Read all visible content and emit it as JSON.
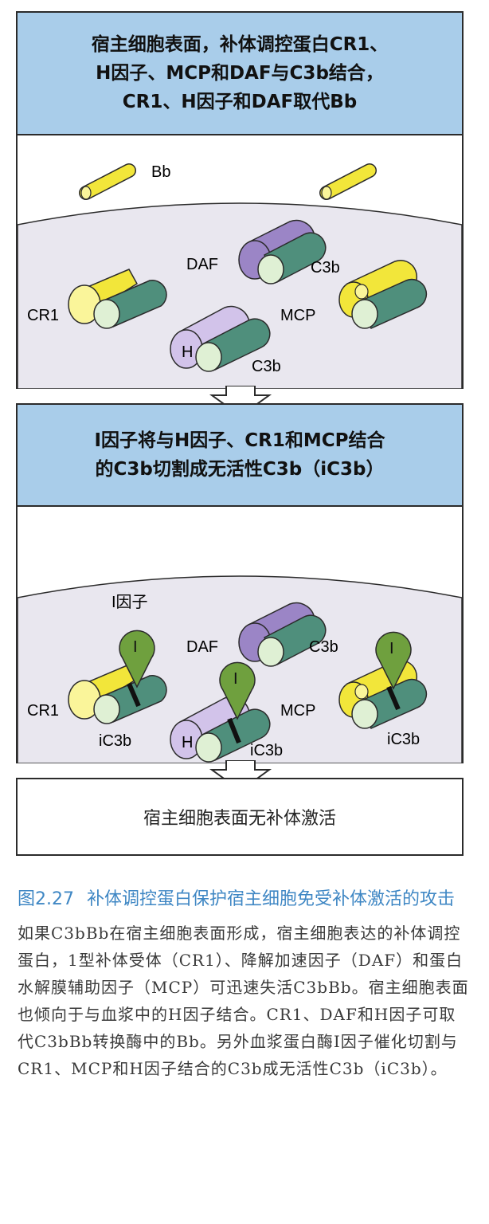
{
  "panel1": {
    "title_lines": [
      "宿主细胞表面，补体调控蛋白CR1、",
      "H因子、MCP和DAF与C3b结合，",
      "CR1、H因子和DAF取代Bb"
    ],
    "labels": {
      "bb": "Bb",
      "daf": "DAF",
      "c3b_top": "C3b",
      "cr1": "CR1",
      "h": "H",
      "c3b_h": "C3b",
      "mcp": "MCP"
    }
  },
  "panel2": {
    "title_lines": [
      "I因子将与H因子、CR1和MCP结合",
      "的C3b切割成无活性C3b（iC3b）"
    ],
    "labels": {
      "factor_i": "I因子",
      "i_glyph": "I",
      "daf": "DAF",
      "c3b": "C3b",
      "cr1": "CR1",
      "ic3b_cr1": "iC3b",
      "h": "H",
      "ic3b_h": "iC3b",
      "mcp": "MCP",
      "ic3b_mcp": "iC3b"
    }
  },
  "panel3": {
    "text": "宿主细胞表面无补体激活"
  },
  "caption": {
    "number": "图2.27",
    "title": "补体调控蛋白保护宿主细胞免受补体激活的攻击",
    "body": "如果C3bBb在宿主细胞表面形成，宿主细胞表达的补体调控蛋白，1型补体受体（CR1）、降解加速因子（DAF）和蛋白水解膜辅助因子（MCP）可迅速失活C3bBb。宿主细胞表面也倾向于与血浆中的H因子结合。CR1、DAF和H因子可取代C3bBb转换酶中的Bb。另外血浆蛋白酶I因子催化切割与CR1、MCP和H因子结合的C3b成无活性C3b（iC3b）。"
  },
  "colors": {
    "header_bg": "#a9cdea",
    "membrane": "#e9e7ef",
    "yellow": "#f2e63a",
    "c3b_green": "#4f8f7c",
    "daf_purple": "#9b85c6",
    "h_lilac": "#d2c3ea",
    "factor_i_green": "#6fa03e",
    "caption_blue": "#3f87c4"
  }
}
